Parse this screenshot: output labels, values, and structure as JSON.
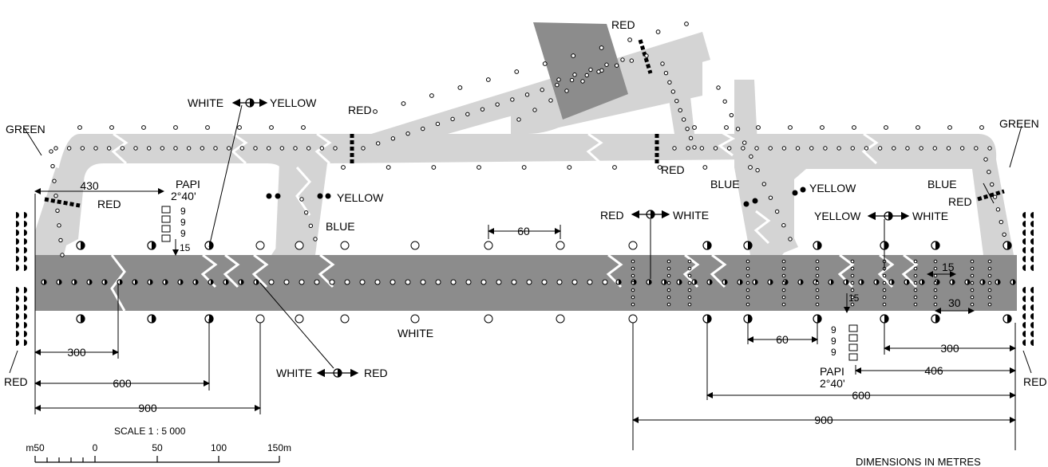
{
  "labels": {
    "green_left": "GREEN",
    "green_right": "GREEN",
    "red_left": "RED",
    "red_right": "RED",
    "white_yellow": "WHITE",
    "white_yellow_b": "YELLOW",
    "red_stop_1": "RED",
    "red_stop_2": "RED",
    "red_stop_3": "RED",
    "red_stop_4": "RED",
    "red_stop_5": "RED",
    "yellow_1": "YELLOW",
    "yellow_2": "YELLOW",
    "blue_1": "BLUE",
    "blue_2": "BLUE",
    "blue_3": "BLUE",
    "red_white_a": "RED",
    "red_white_b": "WHITE",
    "yellow_white_a": "YELLOW",
    "yellow_white_b": "WHITE",
    "white_red_a": "WHITE",
    "white_red_b": "RED",
    "white_center": "WHITE",
    "papi_1": "PAPI",
    "papi_1_angle": "2°40'",
    "papi_2": "PAPI",
    "papi_2_angle": "2°40'",
    "scale": "SCALE 1 : 5 000",
    "dims": "DIMENSIONS IN METRES"
  },
  "dimensions": {
    "d430": "430",
    "d60_top": "60",
    "d60_bottom": "60",
    "d15_left": "15",
    "d9a": "9",
    "d9b": "9",
    "d9c": "9",
    "d15_right": "15",
    "d9d": "9",
    "d9e": "9",
    "d9f": "9",
    "d15_tdz": "15",
    "d30_tdz": "30",
    "d300_left": "300",
    "d600_left": "600",
    "d900_left": "900",
    "d300_right": "300",
    "d406_right": "406",
    "d600_right": "600",
    "d900_right": "900"
  },
  "scale_ticks": [
    "m50",
    "0",
    "50",
    "100",
    "150m"
  ]
}
